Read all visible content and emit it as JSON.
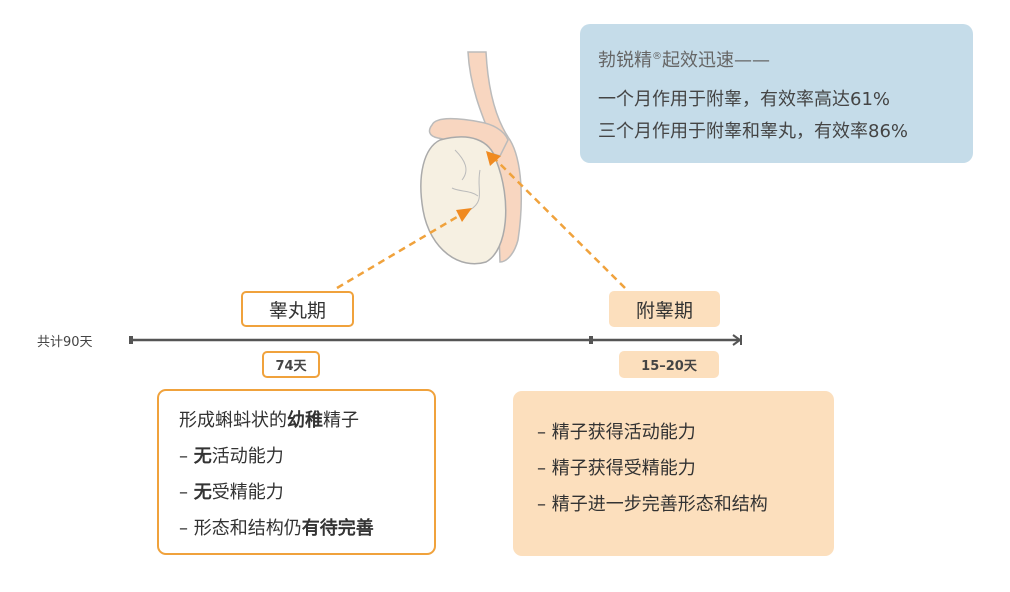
{
  "info": {
    "title_brand": "勃锐精",
    "title_reg": "®",
    "title_rest": "起效迅速——",
    "lines": [
      "一个月作用于附睾，有效率高达61%",
      "三个月作用于附睾和睾丸，有效率86%"
    ]
  },
  "timeline": {
    "total_label": "共计90天",
    "stage1": {
      "label": "睾丸期",
      "days": "74天"
    },
    "stage2": {
      "label": "附睾期",
      "days": "15–20天"
    }
  },
  "left_box": {
    "line1": {
      "a": "形成蝌蚪状的",
      "b": "幼稚",
      "c": "精子"
    },
    "line2": {
      "dash": "–",
      "b": "无",
      "c": "活动能力"
    },
    "line3": {
      "dash": "–",
      "b": "无",
      "c": "受精能力"
    },
    "line4": {
      "dash": "–",
      "a": "形态和结构仍",
      "b": "有待完善"
    }
  },
  "right_box": {
    "items": [
      "– 精子获得活动能力",
      "– 精子获得受精能力",
      "– 精子进一步完善形态和结构"
    ]
  },
  "colors": {
    "orange": "#f0a23c",
    "peach": "#fcdfbd",
    "blue": "#c5dce9",
    "axis": "#555555"
  }
}
